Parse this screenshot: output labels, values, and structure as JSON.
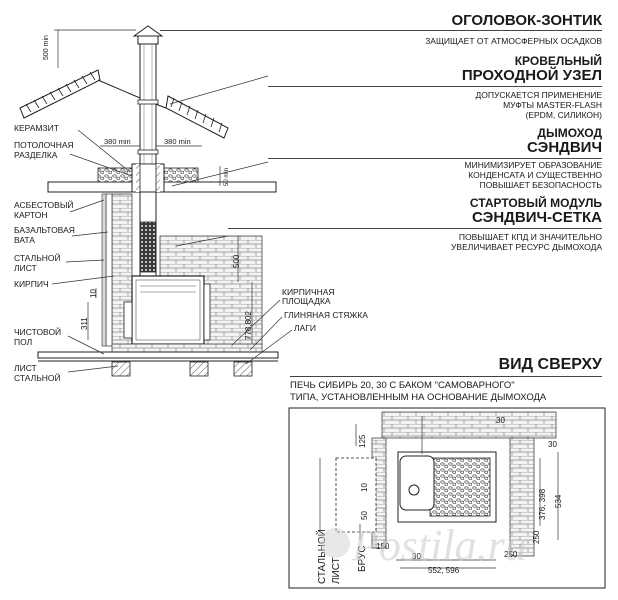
{
  "titles": {
    "umbrella": {
      "title": "ОГОЛОВОК-ЗОНТИК",
      "desc": [
        "ЗАЩИЩАЕТ ОТ АТМОСФЕРНЫХ ОСАДКОВ"
      ]
    },
    "roof_node": {
      "title_line1": "КРОВЕЛЬНЫЙ",
      "title_line2": "ПРОХОДНОЙ УЗЕЛ",
      "desc": [
        "ДОПУСКАЕТСЯ ПРИМЕНЕНИЕ",
        "МУФТЫ MASTER-FLASH",
        "(EPDM, СИЛИКОН)"
      ]
    },
    "sandwich": {
      "title_line1": "ДЫМОХОД",
      "title_line2": "СЭНДВИЧ",
      "desc": [
        "МИНИМИЗИРУЕТ ОБРАЗОВАНИЕ",
        "КОНДЕНСАТА И СУЩЕСТВЕННО",
        "ПОВЫШАЕТ БЕЗОПАСНОСТЬ"
      ]
    },
    "start_module": {
      "title_line1": "СТАРТОВЫЙ МОДУЛЬ",
      "title_line2": "СЭНДВИЧ-СЕТКА",
      "desc": [
        "ПОВЫШАЕТ КПД И ЗНАЧИТЕЛЬНО",
        "УВЕЛИЧИВАЕТ РЕСУРС ДЫМОХОДА"
      ]
    }
  },
  "left_labels": {
    "keramzit": "КЕРАМЗИТ",
    "ceiling_cut": [
      "ПОТОЛОЧНАЯ",
      "РАЗДЕЛКА"
    ],
    "asbestos": [
      "АСБЕСТОВЫЙ",
      "КАРТОН"
    ],
    "basalt": [
      "БАЗАЛЬТОВАЯ",
      "ВАТА"
    ],
    "steel_sheet": [
      "СТАЛЬНОЙ",
      "ЛИСТ"
    ],
    "brick": "КИРПИЧ",
    "clean_floor": [
      "ЧИСТОВОЙ",
      "ПОЛ"
    ],
    "steel_sheet_bottom": [
      "ЛИСТ",
      "СТАЛЬНОЙ"
    ]
  },
  "right_labels": {
    "brick_platform": [
      "КИРПИЧНАЯ",
      "ПЛОЩАДКА"
    ],
    "clay_screed": "ГЛИНЯНАЯ СТЯЖКА",
    "joists": "ЛАГИ"
  },
  "dimensions": {
    "d500min": "500 min",
    "d380a": "380 min",
    "d380b": "380 min",
    "d_small": "50 min",
    "d500": "500",
    "d10": "10",
    "d311": "311",
    "d778": "778,802"
  },
  "top_view": {
    "title": "ВИД СВЕРХУ",
    "desc": [
      "ПЕЧЬ СИБИРЬ 20, 30 С БАКОМ \"САМОВАРНОГО\"",
      "ТИПА, УСТАНОВЛЕННЫМ НА ОСНОВАНИЕ ДЫМОХОДА"
    ],
    "dims": {
      "d125": "125",
      "d30a": "30",
      "d30b": "30",
      "d30c": "30",
      "d10": "10",
      "d50": "50",
      "d376": "376, 398",
      "d534": "534",
      "d250a": "250",
      "d250b": "250",
      "d150": "150",
      "d552": "552, 596"
    },
    "side_labels": {
      "steel": [
        "СТАЛЬНОЙ",
        "ЛИСТ"
      ],
      "beam": "БРУС"
    }
  },
  "watermark": "Postila.ru",
  "colors": {
    "ink": "#1a1a1a",
    "brick": "#9a9a9a",
    "metal": "#cfcfcf",
    "dark": "#3a3a3a"
  }
}
